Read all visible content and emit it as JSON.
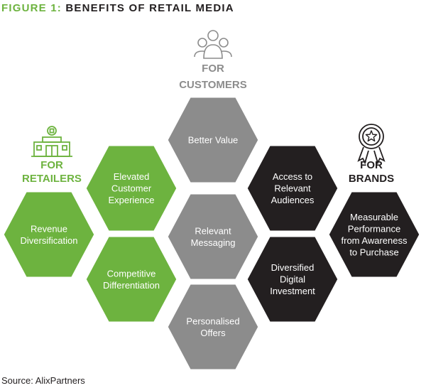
{
  "figure": {
    "number_label": "FIGURE 1:",
    "title": "BENEFITS OF RETAIL MEDIA"
  },
  "groups": {
    "customers": {
      "line1": "FOR",
      "line2": "CUSTOMERS",
      "icon": "people-group-icon",
      "color": "#8c8c8c"
    },
    "retailers": {
      "line1": "FOR",
      "line2": "RETAILERS",
      "icon": "store-icon",
      "color": "#6db33f"
    },
    "brands": {
      "line1": "FOR",
      "line2": "BRANDS",
      "icon": "award-medal-icon",
      "color": "#231f20"
    }
  },
  "colors": {
    "green": "#6db33f",
    "gray": "#8c8c8c",
    "black": "#231f20"
  },
  "benefits": [
    {
      "group": "customers",
      "lines": [
        "Better Value"
      ]
    },
    {
      "group": "customers",
      "lines": [
        "Relevant",
        "Messaging"
      ]
    },
    {
      "group": "customers",
      "lines": [
        "Personalised",
        "Offers"
      ]
    },
    {
      "group": "retailers",
      "lines": [
        "Elevated",
        "Customer",
        "Experience"
      ]
    },
    {
      "group": "retailers",
      "lines": [
        "Revenue",
        "Diversification"
      ]
    },
    {
      "group": "retailers",
      "lines": [
        "Competitive",
        "Differentiation"
      ]
    },
    {
      "group": "brands",
      "lines": [
        "Access to",
        "Relevant",
        "Audiences"
      ]
    },
    {
      "group": "brands",
      "lines": [
        "Measurable",
        "Performance",
        "from Awareness",
        "to Purchase"
      ]
    },
    {
      "group": "brands",
      "lines": [
        "Diversified",
        "Digital",
        "Investment"
      ]
    }
  ],
  "source": "Source: AlixPartners"
}
